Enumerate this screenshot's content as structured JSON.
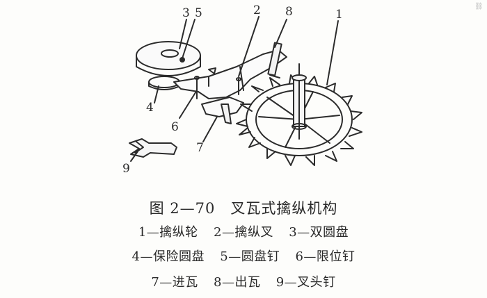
{
  "diagram": {
    "labels": [
      "1",
      "2",
      "3",
      "4",
      "5",
      "6",
      "7",
      "8",
      "9"
    ]
  },
  "caption": {
    "title": "图 2—70　叉瓦式擒纵机构",
    "legend": [
      [
        "1—擒纵轮",
        "2—擒纵叉",
        "3—双圆盘"
      ],
      [
        "4—保险圆盘",
        "5—圆盘钉",
        "6—限位钉"
      ],
      [
        "7—进瓦",
        "8—出瓦",
        "9—叉头钉"
      ]
    ]
  },
  "colors": {
    "ink": "#2b2b2b",
    "paper": "#fdfdfb"
  }
}
